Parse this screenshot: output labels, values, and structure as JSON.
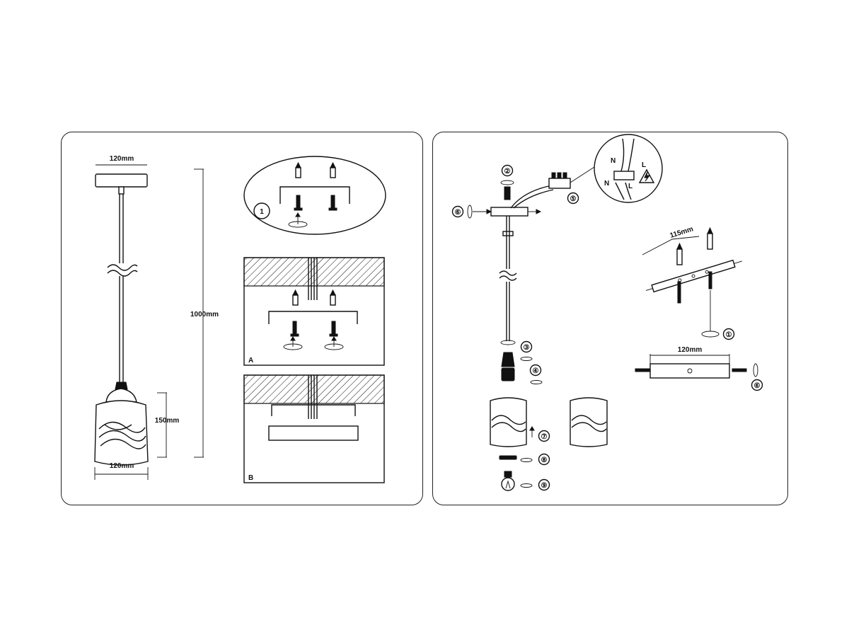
{
  "left_panel": {
    "dims": {
      "canopy_width": "120mm",
      "total_height": "1000mm",
      "shade_height": "150mm",
      "shade_width": "120mm"
    },
    "steps": {
      "step_1": "1"
    },
    "variants": {
      "a": "A",
      "b": "B"
    }
  },
  "right_panel": {
    "steps": {
      "s1": "①",
      "s2": "②",
      "s3": "③",
      "s4": "④",
      "s5": "⑤",
      "s6a": "⑥",
      "s6b": "⑥",
      "s7": "⑦",
      "s8": "⑧",
      "s9": "⑨"
    },
    "wiring": {
      "n_top": "N",
      "l_top": "L",
      "n_bottom": "N",
      "l_bottom": "L"
    },
    "dims": {
      "bracket_spacing": "115mm",
      "plate_width": "120mm"
    }
  }
}
